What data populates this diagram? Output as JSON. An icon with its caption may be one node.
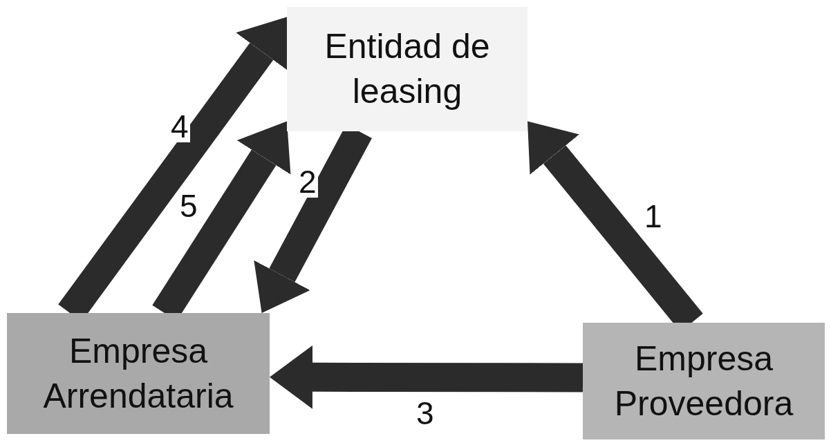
{
  "diagram": {
    "nodes": [
      {
        "text": [
          "Entidad de leasing"
        ]
      },
      {
        "text": [
          "Empresa Arrendataria"
        ]
      },
      {
        "text": [
          "Empresa Proveedora"
        ]
      }
    ],
    "edges": [
      {
        "from": 2,
        "to": 0,
        "arrow": "to",
        "label": "1"
      },
      {
        "from": 0,
        "to": 1,
        "arrow": "to",
        "label": "2"
      },
      {
        "from": 2,
        "to": 1,
        "arrow": "to",
        "label": "3"
      },
      {
        "from": 1,
        "to": 0,
        "arrow": "to",
        "label": "4"
      },
      {
        "from": 1,
        "to": 0,
        "arrow": "to",
        "label": "5"
      }
    ]
  }
}
